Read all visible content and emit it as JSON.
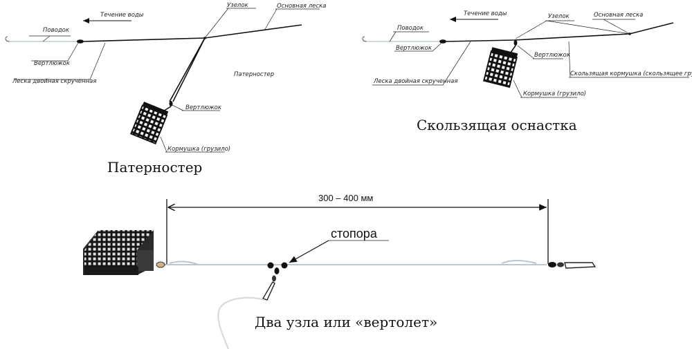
{
  "paternoster": {
    "title": "Патерностер",
    "labels": {
      "flow": "Течение воды",
      "knot": "Узелок",
      "main_line": "Основная леска",
      "leader": "Поводок",
      "swivel_top": "Вертлюжок",
      "twisted_line": "Леска двойная скрученная",
      "name_small": "Патерностер",
      "swivel_feeder": "Вертлюжок",
      "feeder": "Кормушка (грузило)"
    }
  },
  "sliding": {
    "title": "Скользящая оснастка",
    "labels": {
      "flow": "Течение воды",
      "knot": "Узелок",
      "main_line": "Основная леска",
      "leader": "Поводок",
      "swivel_left": "Вертлюжок",
      "swivel_right": "Вертлюжок",
      "twisted_line": "Леска двойная скрученная",
      "sliding_feeder": "Скользящая кормушка (скользящее грузило)",
      "feeder": "Кормушка (грузило)"
    }
  },
  "helicopter": {
    "title": "Два узла или «вертолет»",
    "dimension": "300 – 400 мм",
    "stoppers": "стопора"
  }
}
